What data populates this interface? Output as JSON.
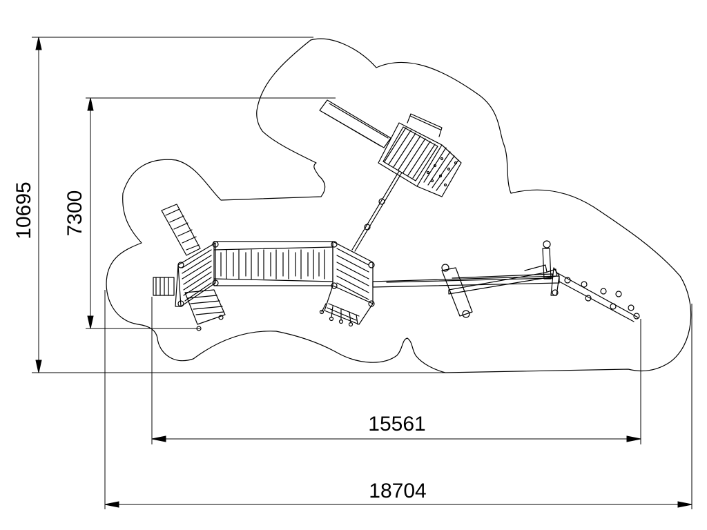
{
  "dimensions": {
    "total_height": "10695",
    "equipment_height": "7300",
    "equipment_width": "15561",
    "total_width": "18704"
  }
}
